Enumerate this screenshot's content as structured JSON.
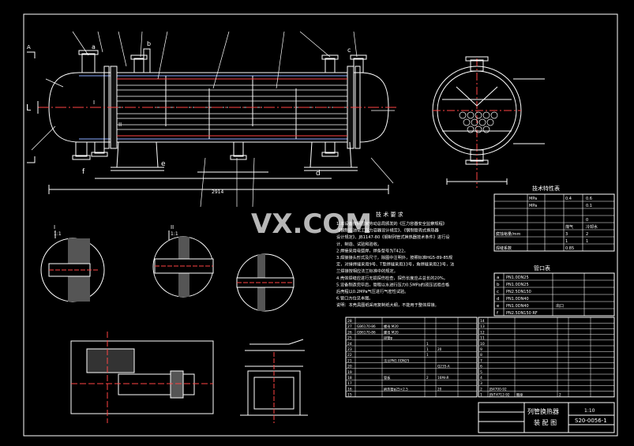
{
  "drawing": {
    "watermark": "VX.COM",
    "overall_dim": "2914",
    "main_labels": {
      "a": "a",
      "b": "b",
      "c": "c",
      "d": "d",
      "e": "e",
      "f": "f",
      "A": "A",
      "L": "L",
      "I": "I",
      "II": "II"
    },
    "detail_labels": [
      "I",
      "II",
      "1:1",
      "1:1"
    ],
    "requirements": {
      "title": "技 术 要 求",
      "lines": [
        "1.本设备按照国家劳动总局颁发的《压力容器安全监察规程》",
        "《钢制石油化工压力容器设计规定》、《钢制管壳式换热器",
        "设计规定》、JB1147-80《钢制列管式换热器技术条件》进行设",
        "计、制造、试验和验收。",
        "2.焊接采用电弧焊，焊条型号为T422。",
        "3.焊接接头形式及尺寸，除图中注明外，按照标准HG5-89-85规",
        "定，对接焊缝采用9号、T型焊缝采用33号，角焊缝采用23号，法",
        "兰焊接按相应法兰标准中的规定。",
        "4.壳体焊缝应进行无损探伤检查，探伤长度应占总长的20%。",
        "5.设备制造完毕后，管程以水进行压力0.5MPa的液压试验合格",
        "后壳程以0.2MPa气压进行气密性试验。",
        "6.管口方位见本图。",
        "说明：本壳具图纸采用复制纸大纲，不能用于整体焊接。"
      ]
    },
    "tech_table": {
      "title": "技术特性表",
      "rows": [
        {
          "c1": "",
          "c2": "MPa",
          "c3": "0.4",
          "c4": "0.6"
        },
        {
          "c1": "",
          "c2": "MPa",
          "c3": "",
          "c4": "0.1"
        },
        {
          "c1": "",
          "c2": "",
          "c3": "",
          "c4": ""
        },
        {
          "c1": "",
          "c2": "",
          "c3": "",
          "c4": "0"
        },
        {
          "c1": "",
          "c2": "",
          "c3": "煤气",
          "c4": "冷却水"
        },
        {
          "c1": "腐蚀裕量/mm",
          "c2": "",
          "c3": "3",
          "c4": "2"
        },
        {
          "c1": "",
          "c2": "",
          "c3": "1",
          "c4": "1"
        },
        {
          "c1": "焊缝系数",
          "c2": "",
          "c3": "0.85",
          "c4": ""
        }
      ]
    },
    "nozzle_table": {
      "title": "管口表",
      "rows": [
        {
          "c1": "a",
          "c2": "PN1.0DN25",
          "c3": ""
        },
        {
          "c1": "b",
          "c2": "PN1.0DN25",
          "c3": ""
        },
        {
          "c1": "c",
          "c2": "PN2.5DN150",
          "c3": ""
        },
        {
          "c1": "d",
          "c2": "PN1.0DN40",
          "c3": ""
        },
        {
          "c1": "e",
          "c2": "PN1.0DN40",
          "c3": "出口"
        },
        {
          "c1": "f",
          "c2": "PN2.5DN150 RF",
          "c3": ""
        }
      ]
    },
    "parts_list": {
      "rows": [
        {
          "no": "28",
          "code": "",
          "name": "",
          "qty": "",
          "mat": "",
          "note": ""
        },
        {
          "no": "27",
          "code": "GB6170-86",
          "name": "螺母 M20",
          "qty": "",
          "mat": "",
          "note": ""
        },
        {
          "no": "26",
          "code": "GB6170-86",
          "name": "螺母 M20",
          "qty": "",
          "mat": "",
          "note": ""
        },
        {
          "no": "25",
          "code": "",
          "name": "接管φ",
          "qty": "",
          "mat": "",
          "note": ""
        },
        {
          "no": "24",
          "code": "",
          "name": "",
          "qty": "1",
          "mat": "",
          "note": ""
        },
        {
          "no": "23",
          "code": "",
          "name": "",
          "qty": "1",
          "mat": "20",
          "note": ""
        },
        {
          "no": "22",
          "code": "",
          "name": "",
          "qty": "1",
          "mat": "",
          "note": ""
        },
        {
          "no": "21",
          "code": "",
          "name": "法兰PN1.0DN25",
          "qty": "",
          "mat": "",
          "note": ""
        },
        {
          "no": "20",
          "code": "",
          "name": "",
          "qty": "",
          "mat": "Q235-A",
          "note": ""
        },
        {
          "no": "19",
          "code": "",
          "name": "",
          "qty": "",
          "mat": "",
          "note": ""
        },
        {
          "no": "18",
          "code": "",
          "name": "管板",
          "qty": "2",
          "mat": "16MnR",
          "note": ""
        },
        {
          "no": "17",
          "code": "",
          "name": "",
          "qty": "",
          "mat": "",
          "note": ""
        },
        {
          "no": "16",
          "code": "",
          "name": "换热管φ25×2.5",
          "qty": "",
          "mat": "20",
          "note": ""
        },
        {
          "no": "15",
          "code": "",
          "name": "",
          "qty": "",
          "mat": "",
          "note": ""
        },
        {
          "no": "14",
          "code": "",
          "name": "",
          "qty": "",
          "mat": "",
          "note": ""
        },
        {
          "no": "13",
          "code": "",
          "name": "",
          "qty": "",
          "mat": "",
          "note": ""
        },
        {
          "no": "12",
          "code": "",
          "name": "",
          "qty": "",
          "mat": "",
          "note": ""
        },
        {
          "no": "11",
          "code": "",
          "name": "",
          "qty": "",
          "mat": "",
          "note": ""
        },
        {
          "no": "10",
          "code": "",
          "name": "",
          "qty": "",
          "mat": "",
          "note": ""
        },
        {
          "no": "9",
          "code": "",
          "name": "",
          "qty": "",
          "mat": "",
          "note": ""
        },
        {
          "no": "8",
          "code": "",
          "name": "",
          "qty": "",
          "mat": "",
          "note": ""
        },
        {
          "no": "7",
          "code": "",
          "name": "",
          "qty": "",
          "mat": "",
          "note": ""
        },
        {
          "no": "6",
          "code": "",
          "name": "",
          "qty": "",
          "mat": "",
          "note": ""
        },
        {
          "no": "5",
          "code": "",
          "name": "",
          "qty": "",
          "mat": "",
          "note": ""
        },
        {
          "no": "4",
          "code": "",
          "name": "",
          "qty": "",
          "mat": "",
          "note": ""
        },
        {
          "no": "3",
          "code": "",
          "name": "",
          "qty": "",
          "mat": "",
          "note": ""
        },
        {
          "no": "2",
          "code": "JB4700-92",
          "name": "",
          "qty": "",
          "mat": "",
          "note": ""
        },
        {
          "no": "1",
          "code": "JB/T4712-92",
          "name": "鞍座",
          "qty": "2",
          "mat": "",
          "note": ""
        }
      ]
    },
    "title_block": {
      "name_line1": "列管换热器",
      "name_line2": "装 配 图",
      "drawing_no": "S20-0056-1",
      "scale": "1:10"
    }
  }
}
